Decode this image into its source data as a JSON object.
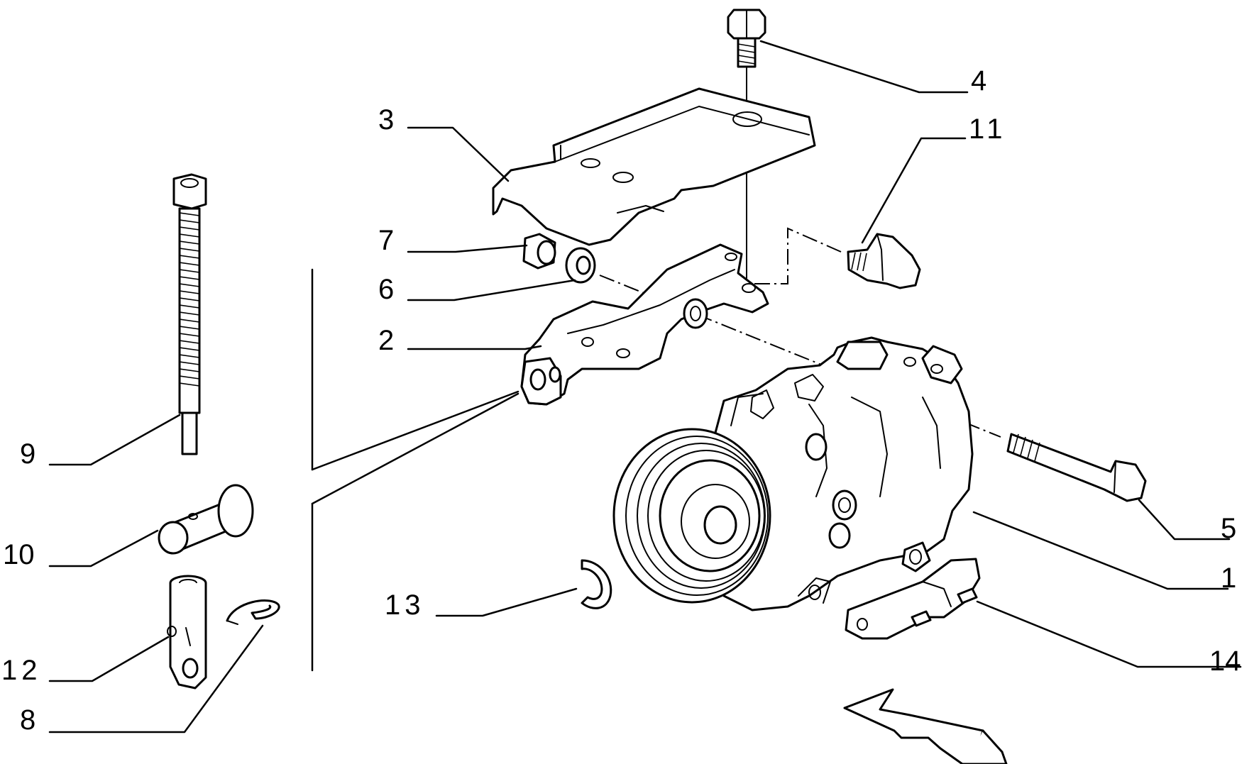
{
  "diagram": {
    "callouts": {
      "c1": "1",
      "c2": "2",
      "c3": "3",
      "c4": "4",
      "c5": "5",
      "c6": "6",
      "c7": "7",
      "c8": "8",
      "c9": "9",
      "c10": "10",
      "c11": "11",
      "c12": "12",
      "c13": "13",
      "c14": "14"
    },
    "arrow_icon": "direction-arrow-icon",
    "line_color": "#000000",
    "background": "#ffffff"
  }
}
